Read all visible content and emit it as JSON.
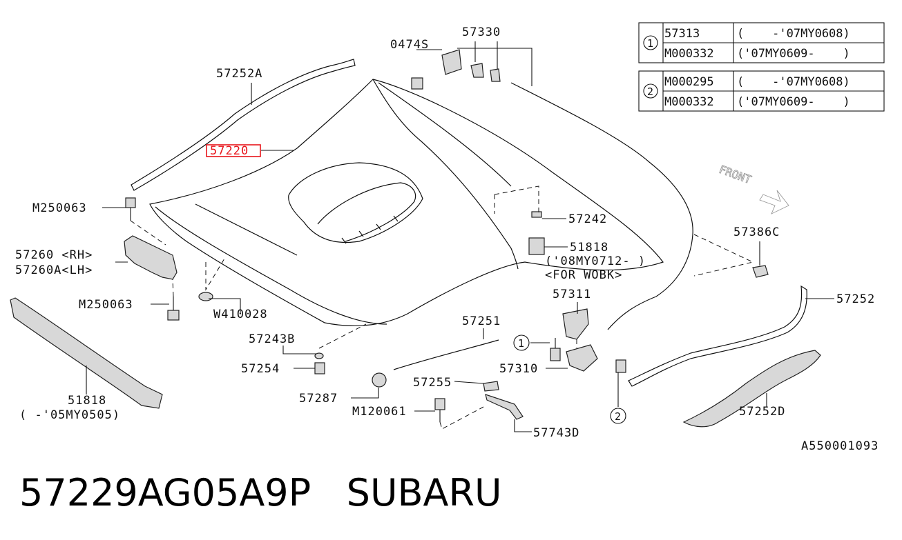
{
  "caption": "57229AG05A9P   SUBARU",
  "diagram_ref": "A550001093",
  "highlight_color": "#e8151b",
  "front_arrow": "FRONT",
  "labels": {
    "p57252A": "57252A",
    "p57220": "57220",
    "pM250063a": "M250063",
    "p57260": "57260 <RH>",
    "p57260A": "57260A<LH>",
    "pM250063b": "M250063",
    "pW410028": "W410028",
    "p51818b": "51818",
    "p51818b_note": "(  -'05MY0505)",
    "p0474S": "0474S",
    "p57330": "57330",
    "p57242": "57242",
    "p51818a": "51818",
    "p51818a_note1": "('08MY0712- )",
    "p51818a_note2": "<FOR WOBK>",
    "p57386C": "57386C",
    "p57311": "57311",
    "p57251": "57251",
    "p57243B": "57243B",
    "p57254": "57254",
    "p57310": "57310",
    "p57252": "57252",
    "p57287": "57287",
    "p57255": "57255",
    "pM120061": "M120061",
    "p57743D": "57743D",
    "p57252D": "57252D",
    "ref1": "1",
    "ref2": "2"
  },
  "ref_tables": [
    {
      "marker": "1",
      "rows": [
        {
          "part": "57313",
          "range": "(    -'07MY0608)"
        },
        {
          "part": "M000332",
          "range": "('07MY0609-    )"
        }
      ]
    },
    {
      "marker": "2",
      "rows": [
        {
          "part": "M000295",
          "range": "(    -'07MY0608)"
        },
        {
          "part": "M000332",
          "range": "('07MY0609-    )"
        }
      ]
    }
  ]
}
